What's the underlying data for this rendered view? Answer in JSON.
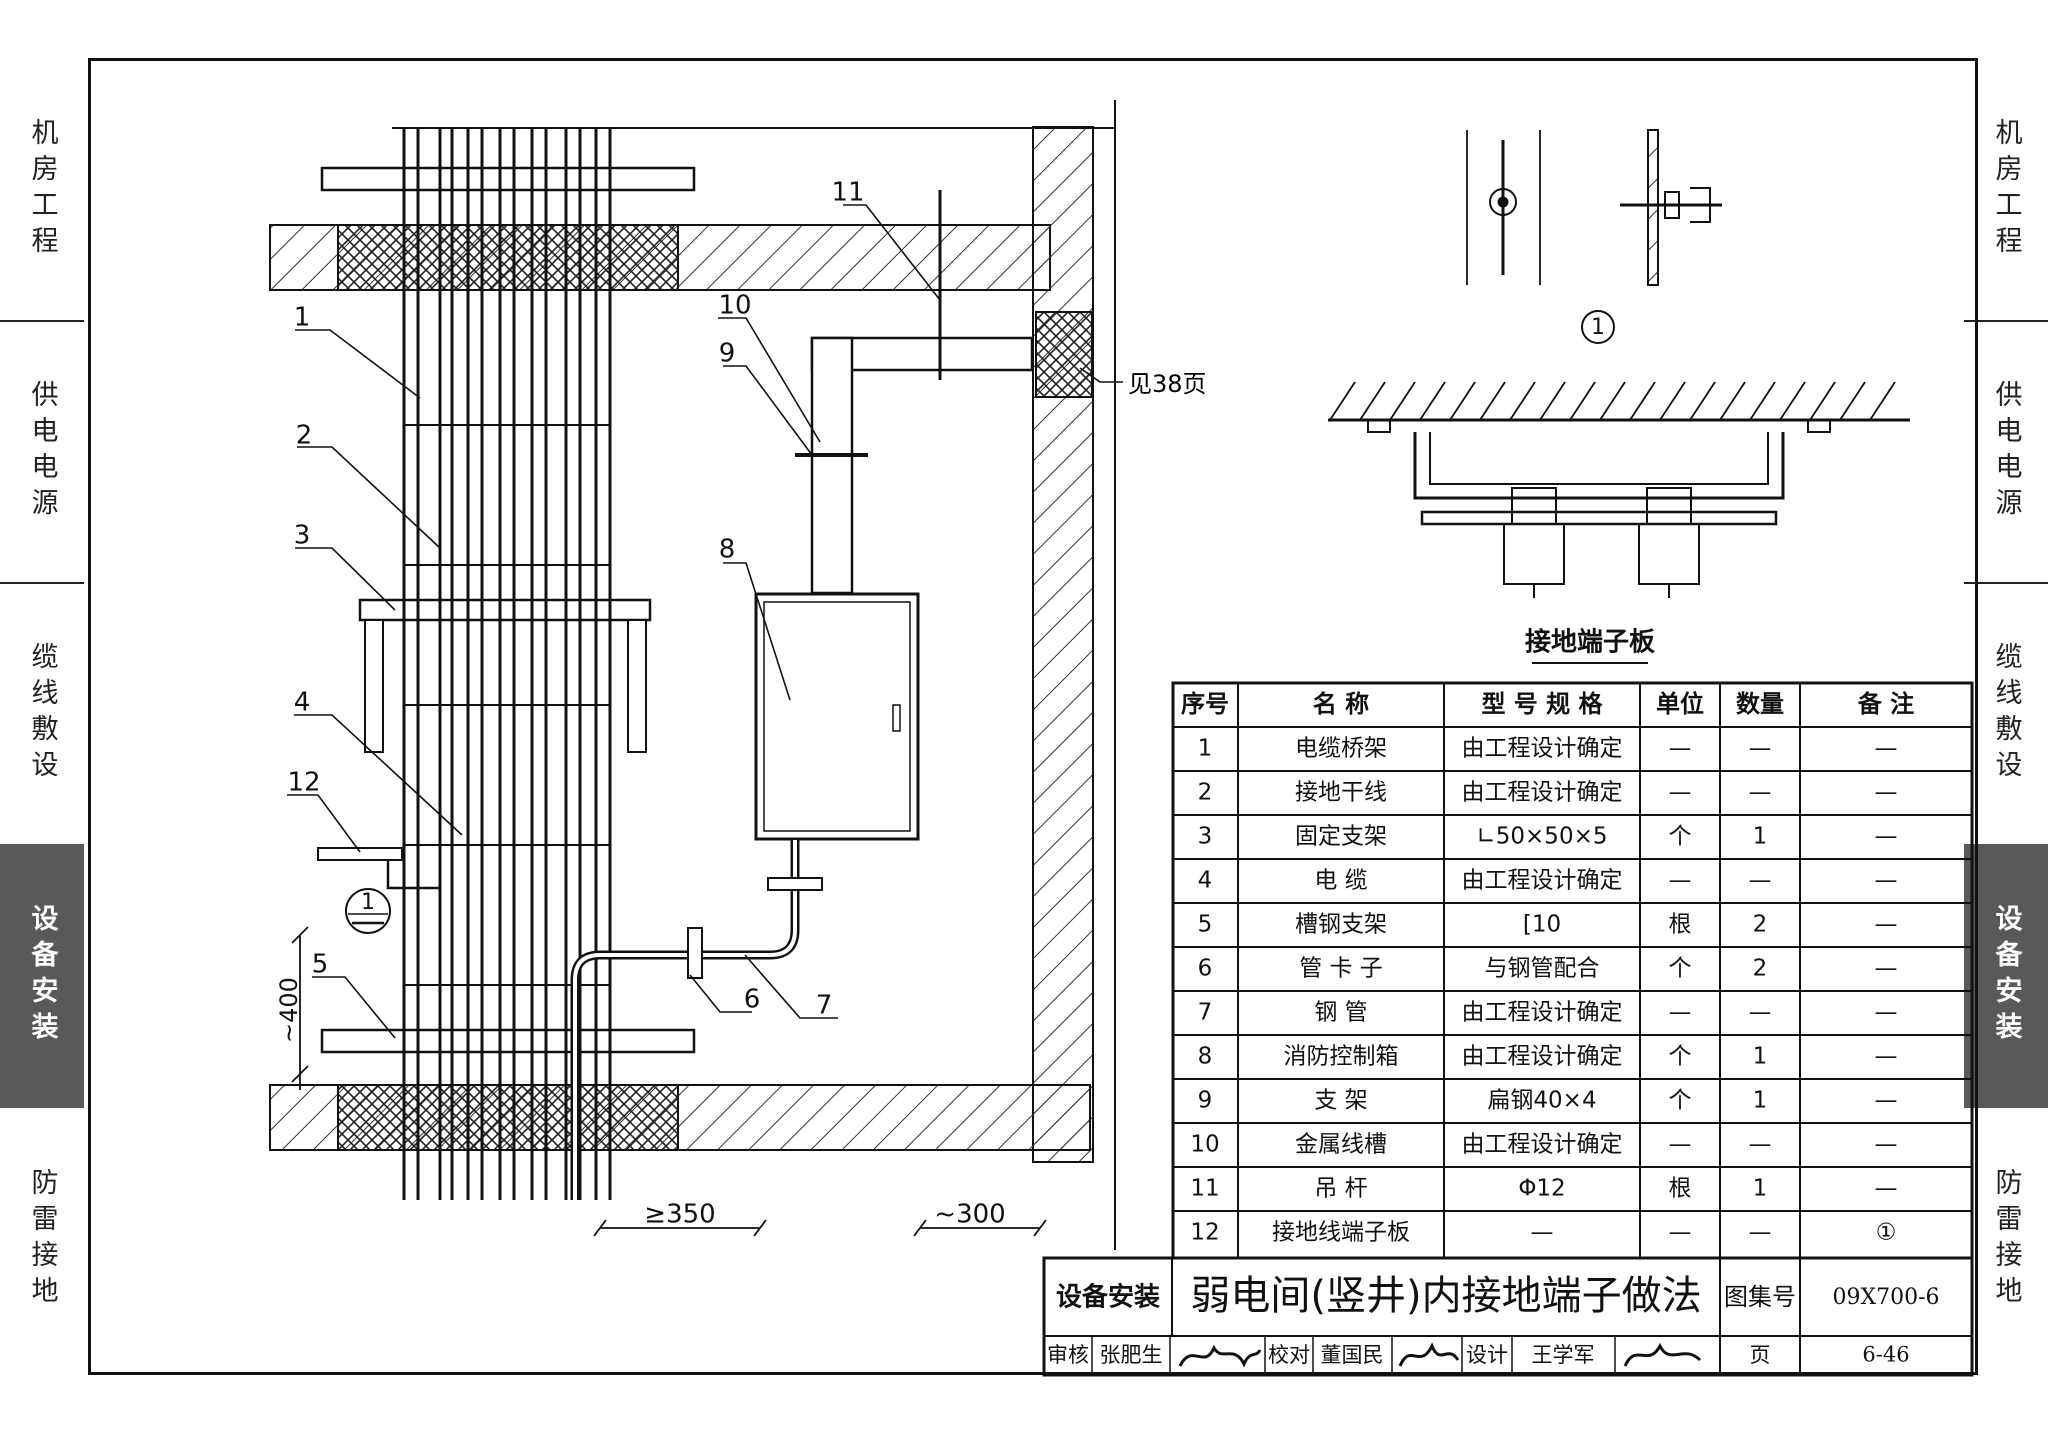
{
  "side_tabs": {
    "left": [
      "机房工程",
      "供电电源",
      "缆线敷设",
      "设备安装",
      "防雷接地"
    ],
    "right": [
      "机房工程",
      "供电电源",
      "缆线敷设",
      "设备安装",
      "防雷接地"
    ],
    "active_index": 3
  },
  "drawing": {
    "callouts": [
      "1",
      "2",
      "3",
      "4",
      "5",
      "6",
      "7",
      "8",
      "9",
      "10",
      "11",
      "12"
    ],
    "detail_ref": "1",
    "see_page": "见38页",
    "dim_height": "~400",
    "dim_gap1": "≥350",
    "dim_gap2": "~300",
    "detail_title": "接地端子板"
  },
  "parts_table": {
    "headers": [
      "序号",
      "名 称",
      "型 号 规 格",
      "单位",
      "数量",
      "备 注"
    ],
    "rows": [
      [
        "1",
        "电缆桥架",
        "由工程设计确定",
        "—",
        "—",
        "—"
      ],
      [
        "2",
        "接地干线",
        "由工程设计确定",
        "—",
        "—",
        "—"
      ],
      [
        "3",
        "固定支架",
        "∟50×50×5",
        "个",
        "1",
        "—"
      ],
      [
        "4",
        "电 缆",
        "由工程设计确定",
        "—",
        "—",
        "—"
      ],
      [
        "5",
        "槽钢支架",
        "[10",
        "根",
        "2",
        "—"
      ],
      [
        "6",
        "管 卡 子",
        "与钢管配合",
        "个",
        "2",
        "—"
      ],
      [
        "7",
        "钢 管",
        "由工程设计确定",
        "—",
        "—",
        "—"
      ],
      [
        "8",
        "消防控制箱",
        "由工程设计确定",
        "个",
        "1",
        "—"
      ],
      [
        "9",
        "支 架",
        "扁钢40×4",
        "个",
        "1",
        "—"
      ],
      [
        "10",
        "金属线槽",
        "由工程设计确定",
        "—",
        "—",
        "—"
      ],
      [
        "11",
        "吊 杆",
        "Φ12",
        "根",
        "1",
        "—"
      ],
      [
        "12",
        "接地线端子板",
        "—",
        "—",
        "—",
        "①"
      ]
    ]
  },
  "title_block": {
    "category": "设备安装",
    "title": "弱电间(竖井)内接地端子做法",
    "atlas_label": "图集号",
    "atlas_no": "09X700-6",
    "review_label": "审核",
    "reviewer": "张肥生",
    "check_label": "校对",
    "checker": "董国民",
    "design_label": "设计",
    "designer": "王学军",
    "page_label": "页",
    "page_no": "6-46"
  }
}
